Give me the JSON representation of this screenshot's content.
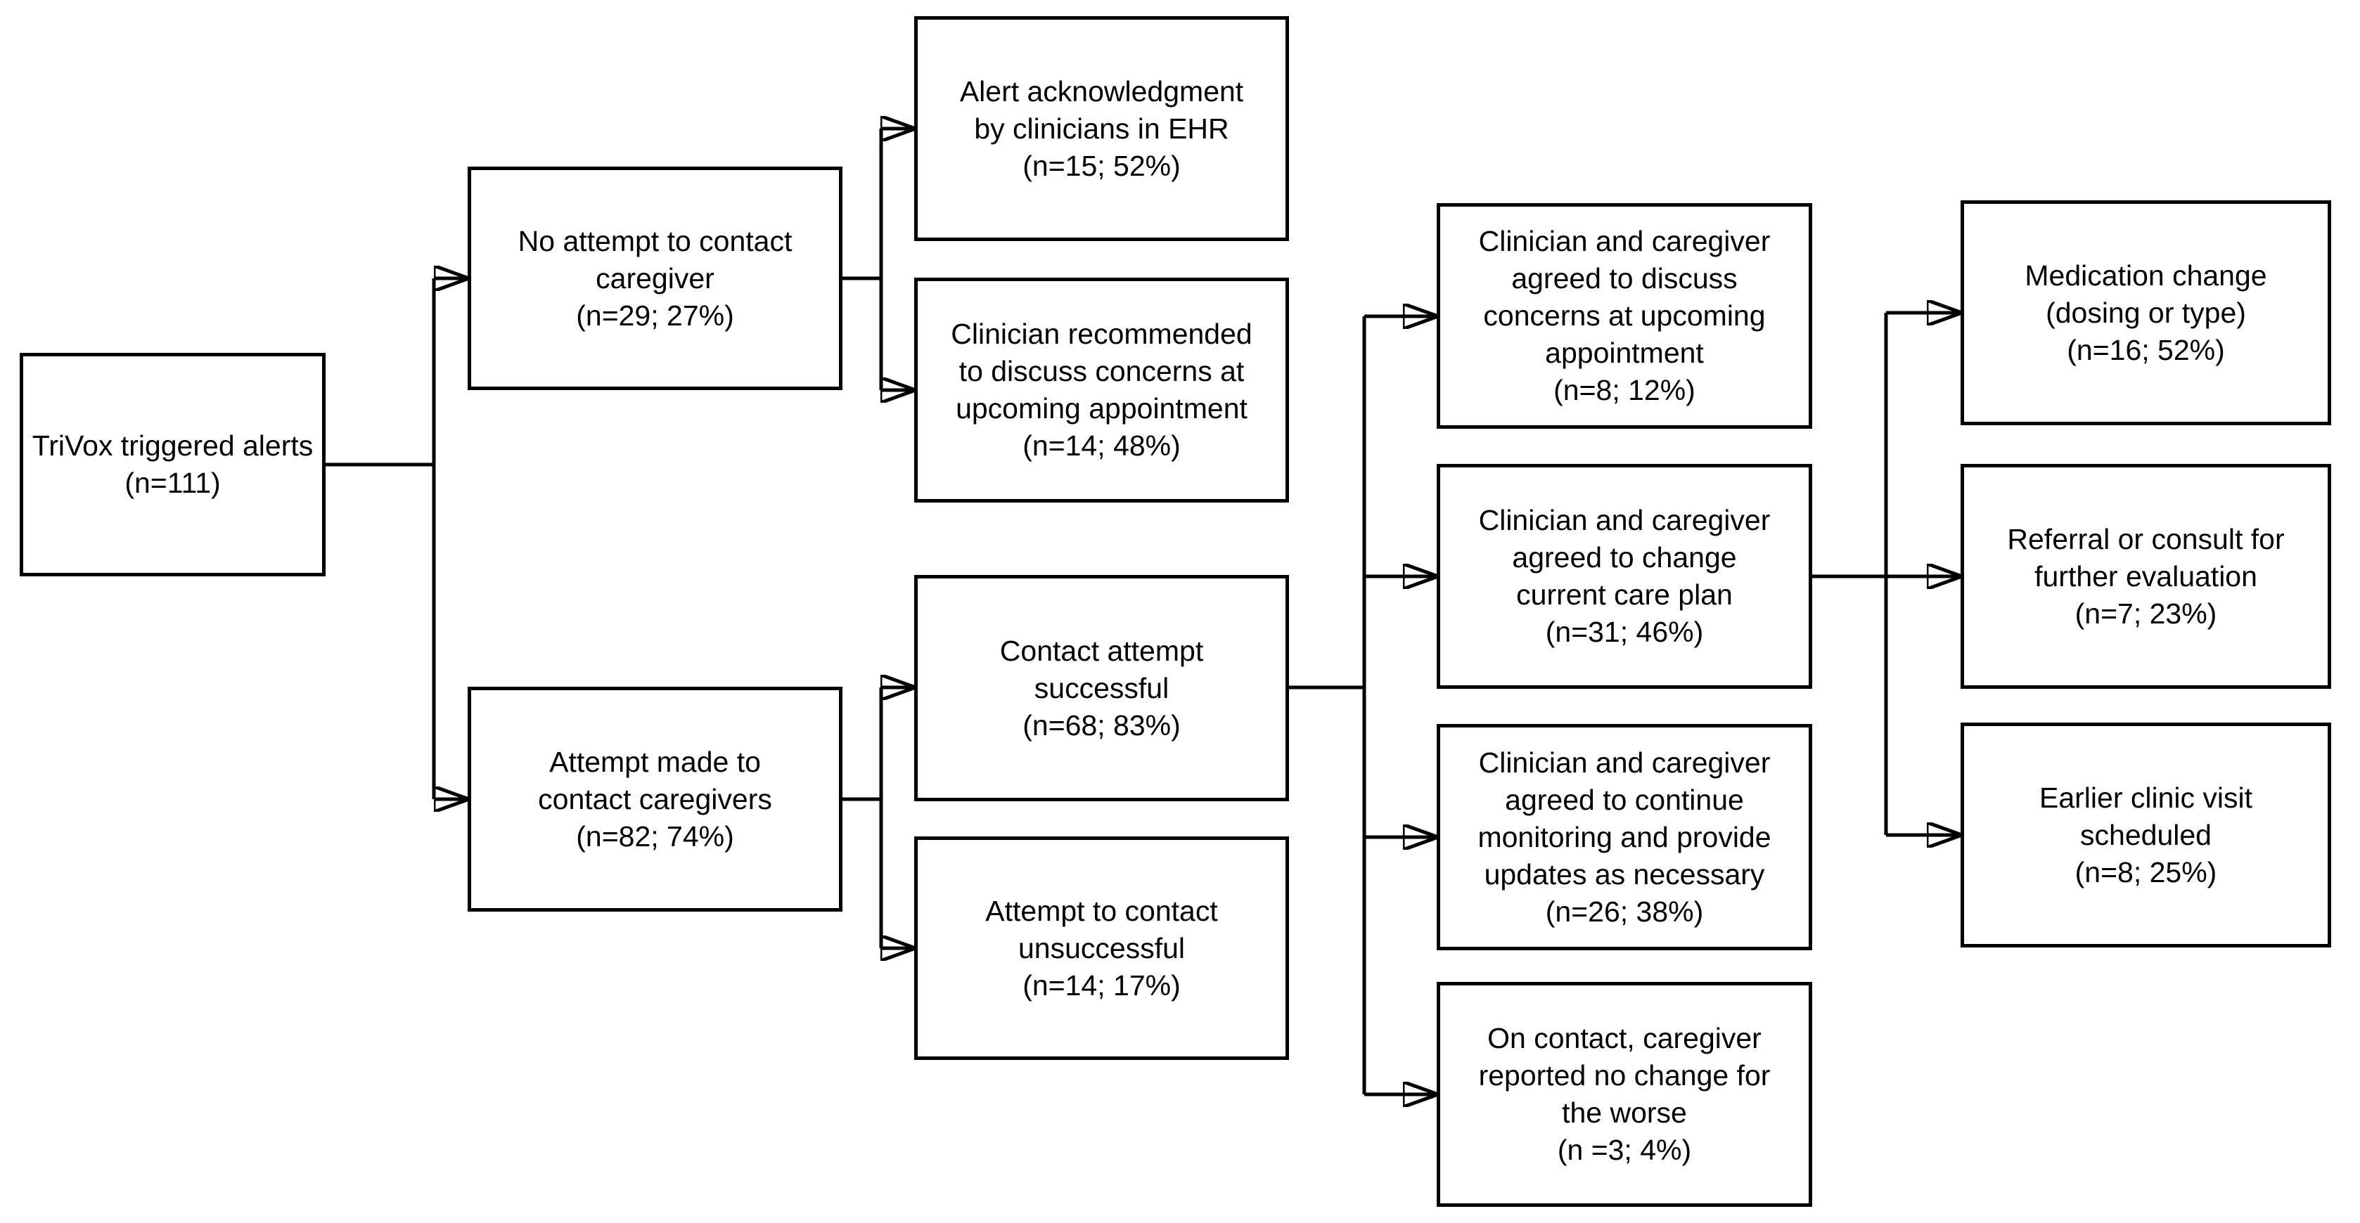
{
  "diagram": {
    "type": "flowchart",
    "background_color": "#ffffff",
    "box_fill": "#ffffff",
    "line_color": "#000000",
    "text_color": "#000000",
    "nodes": {
      "trivox": {
        "label": "TriVox triggered alerts\n(n=111)",
        "n": 111
      },
      "no_attempt": {
        "label": "No attempt to contact\ncaregiver\n(n=29; 27%)",
        "n": 29,
        "pct": "27%"
      },
      "attempt_made": {
        "label": "Attempt made to\ncontact caregivers\n(n=82; 74%)",
        "n": 82,
        "pct": "74%"
      },
      "alert_ack": {
        "label": "Alert acknowledgment\nby clinicians in EHR\n(n=15; 52%)",
        "n": 15,
        "pct": "52%"
      },
      "clinician_recommended": {
        "label": "Clinician recommended\nto discuss concerns at\nupcoming appointment\n(n=14; 48%)",
        "n": 14,
        "pct": "48%"
      },
      "contact_success": {
        "label": "Contact attempt\nsuccessful\n(n=68; 83%)",
        "n": 68,
        "pct": "83%"
      },
      "contact_unsuccess": {
        "label": "Attempt to contact\nunsuccessful\n(n=14; 17%)",
        "n": 14,
        "pct": "17%"
      },
      "agree_discuss": {
        "label": "Clinician and caregiver\nagreed to discuss\nconcerns at upcoming\nappointment\n(n=8; 12%)",
        "n": 8,
        "pct": "12%"
      },
      "agree_change": {
        "label": "Clinician and caregiver\nagreed to change\ncurrent care plan\n(n=31; 46%)",
        "n": 31,
        "pct": "46%"
      },
      "agree_monitor": {
        "label": "Clinician and caregiver\nagreed to continue\nmonitoring and provide\nupdates as necessary\n(n=26; 38%)",
        "n": 26,
        "pct": "38%"
      },
      "no_change_worse": {
        "label": "On contact, caregiver\nreported no change for\nthe worse\n(n =3; 4%)",
        "n": 3,
        "pct": "4%"
      },
      "medication_change": {
        "label": "Medication change\n(dosing or type)\n(n=16; 52%)",
        "n": 16,
        "pct": "52%"
      },
      "referral": {
        "label": "Referral or consult for\nfurther evaluation\n(n=7; 23%)",
        "n": 7,
        "pct": "23%"
      },
      "earlier_visit": {
        "label": "Earlier clinic visit\nscheduled\n(n=8; 25%)",
        "n": 8,
        "pct": "25%"
      }
    },
    "edges": [
      "trivox -> no_attempt",
      "trivox -> attempt_made",
      "no_attempt -> alert_ack",
      "no_attempt -> clinician_recommended",
      "attempt_made -> contact_success",
      "attempt_made -> contact_unsuccess",
      "contact_success -> agree_discuss",
      "contact_success -> agree_change",
      "contact_success -> agree_monitor",
      "contact_success -> no_change_worse",
      "agree_change -> medication_change",
      "agree_change -> referral",
      "agree_change -> earlier_visit"
    ]
  }
}
